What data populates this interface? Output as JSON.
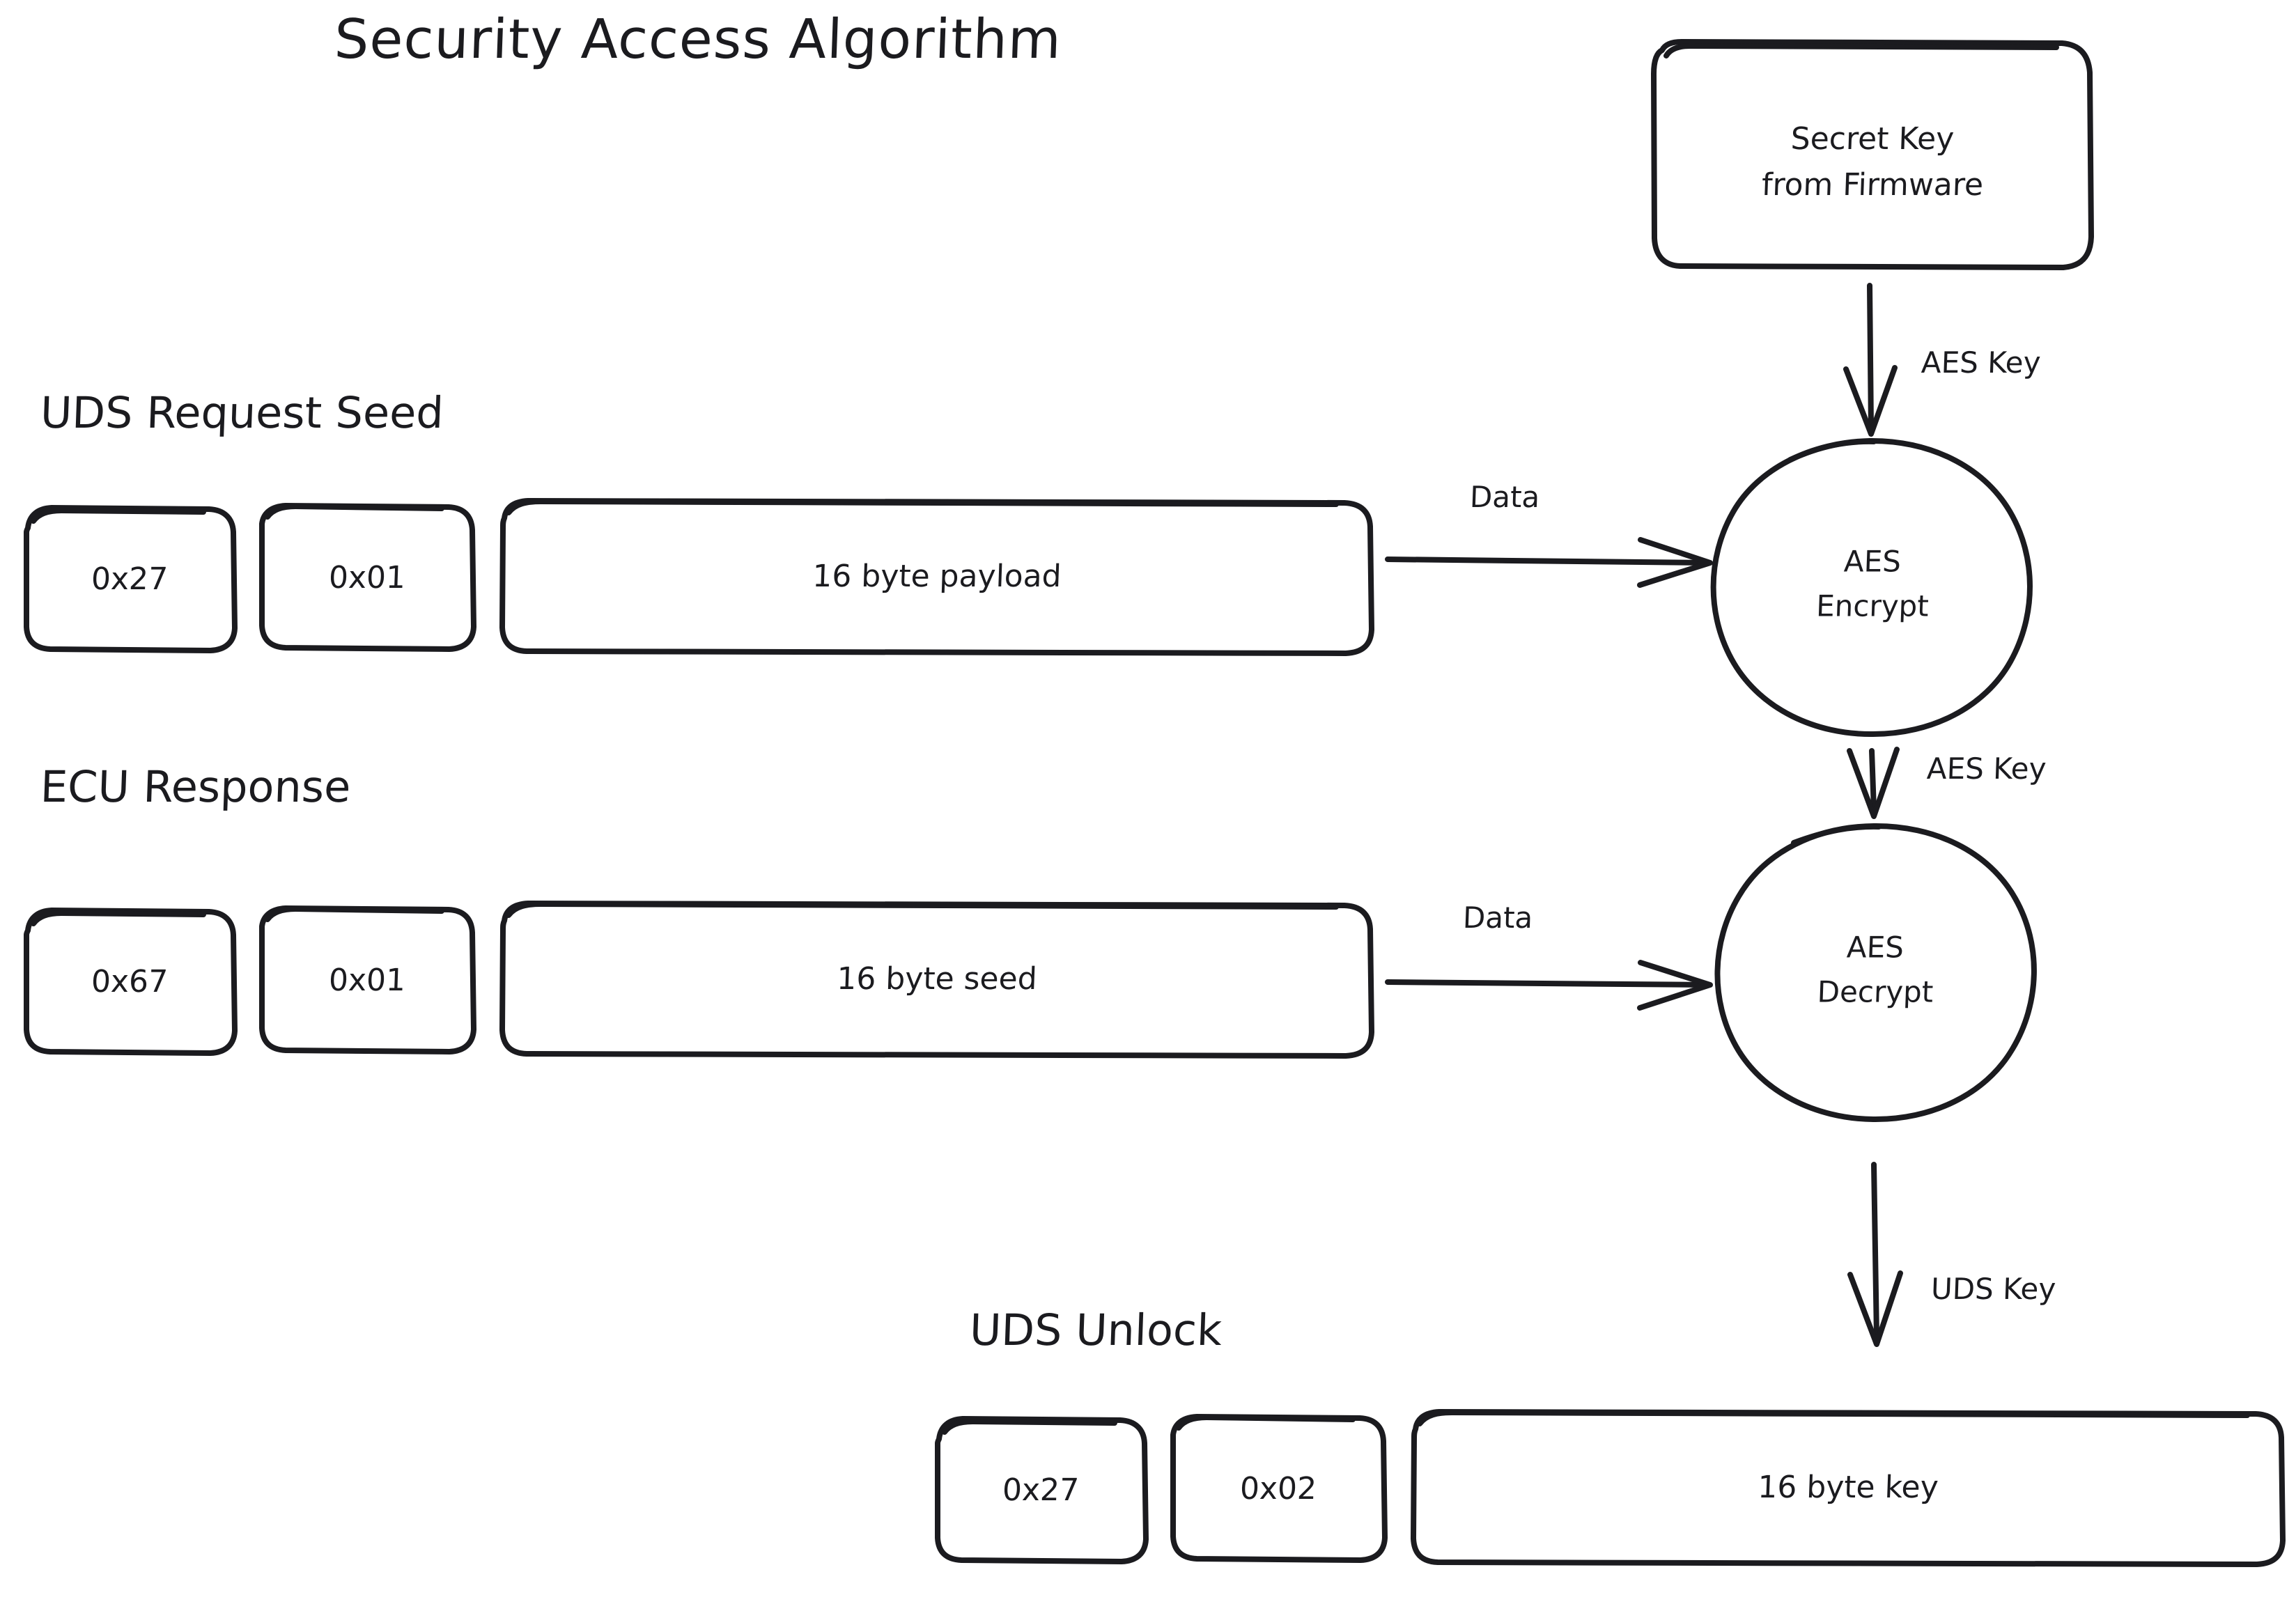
{
  "diagram": {
    "title": "Security Access Algorithm",
    "background": "#ffffff",
    "stroke_color": "#1b1b1f",
    "style": "hand-drawn"
  },
  "sections": {
    "request_seed_label": "UDS Request Seed",
    "ecu_response_label": "ECU Response",
    "uds_unlock_label": "UDS Unlock"
  },
  "secret_key_node": {
    "line1": "Secret Key",
    "line2": "from Firmware"
  },
  "request_seed_frame": {
    "sid": "0x27",
    "subfunction": "0x01",
    "payload": "16 byte payload"
  },
  "ecu_response_frame": {
    "sid": "0x67",
    "subfunction": "0x01",
    "payload": "16 byte seed"
  },
  "uds_unlock_frame": {
    "sid": "0x27",
    "subfunction": "0x02",
    "payload": "16 byte key"
  },
  "process_nodes": {
    "encrypt_line1": "AES",
    "encrypt_line2": "Encrypt",
    "decrypt_line1": "AES",
    "decrypt_line2": "Decrypt"
  },
  "edges": {
    "secret_to_encrypt": "AES Key",
    "request_to_encrypt": "Data",
    "encrypt_to_decrypt": "AES Key",
    "response_to_decrypt": "Data",
    "decrypt_to_unlock": "UDS Key"
  }
}
